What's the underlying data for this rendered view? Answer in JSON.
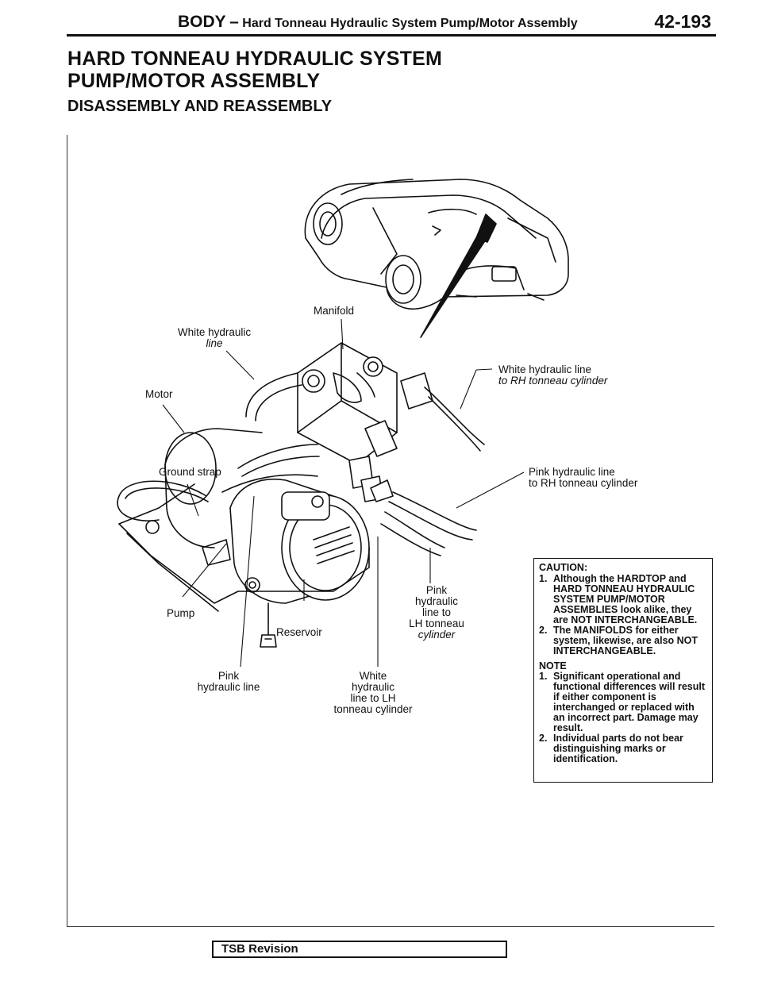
{
  "header": {
    "section": "BODY",
    "separator": "–",
    "subtitle": "Hard Tonneau Hydraulic System Pump/Motor Assembly",
    "page_number": "42-193"
  },
  "title": {
    "line1": "HARD TONNEAU HYDRAULIC SYSTEM",
    "line2": "PUMP/MOTOR ASSEMBLY"
  },
  "subtitle": "DISASSEMBLY AND REASSEMBLY",
  "diagram": {
    "labels": {
      "manifold": "Manifold",
      "white_hydraulic_line_1": "White hydraulic",
      "white_hydraulic_line_2": "line",
      "motor": "Motor",
      "ground_strap": "Ground strap",
      "pump": "Pump",
      "reservoir": "Reservoir",
      "white_rh_1": "White hydraulic line",
      "white_rh_2": "to RH tonneau cylinder",
      "pink_rh_1": "Pink hydraulic line",
      "pink_rh_2": "to RH tonneau cylinder",
      "pink_lh_1": "Pink",
      "pink_lh_2": "hydraulic",
      "pink_lh_3": "line to",
      "pink_lh_4": "LH tonneau",
      "pink_lh_5": "cylinder",
      "pink_line_1": "Pink",
      "pink_line_2": "hydraulic line",
      "white_lh_1": "White",
      "white_lh_2": "hydraulic",
      "white_lh_3": "line to LH",
      "white_lh_4": "tonneau cylinder"
    }
  },
  "caution_box": {
    "caution_title": "CAUTION:",
    "caution_items": [
      {
        "num": "1.",
        "text": "Although the HARDTOP and HARD TONNEAU HYDRAULIC SYSTEM PUMP/MOTOR ASSEMBLIES look alike, they are NOT INTERCHANGEABLE."
      },
      {
        "num": "2.",
        "text": "The MANIFOLDS for either system, likewise, are also NOT INTERCHANGEABLE."
      }
    ],
    "note_title": "NOTE",
    "note_items": [
      {
        "num": "1.",
        "text": "Significant operational and functional differences will result if either component is interchanged or replaced with an incorrect part. Damage may result."
      },
      {
        "num": "2.",
        "text": "Individual parts do not bear distinguishing marks or identification."
      }
    ]
  },
  "footer": {
    "tsb_label": "TSB Revision"
  }
}
